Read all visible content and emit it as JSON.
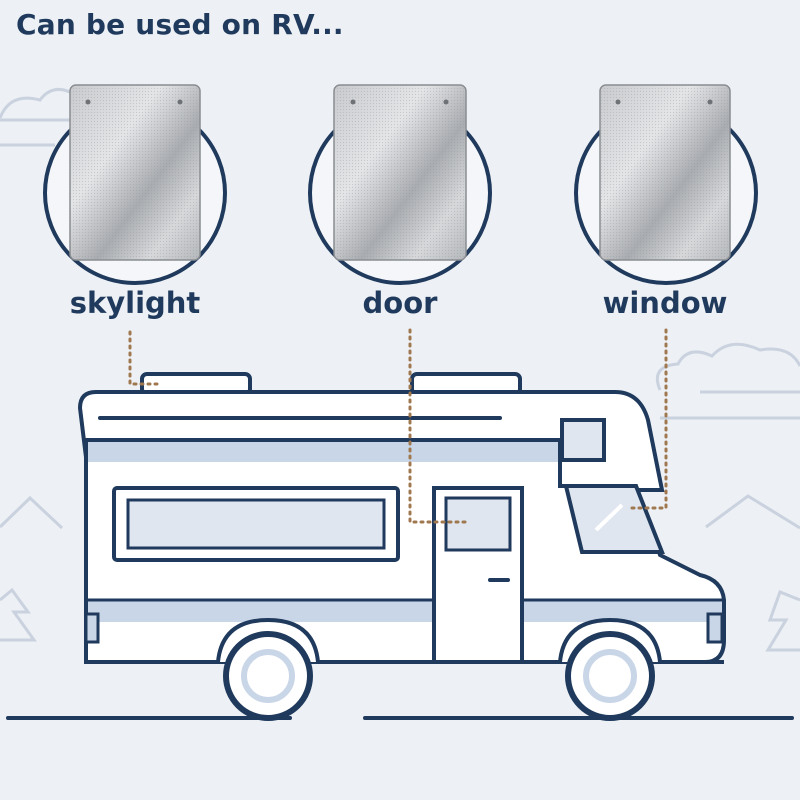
{
  "headline": "Can be used on RV...",
  "locations": [
    {
      "label": "skylight"
    },
    {
      "label": "door"
    },
    {
      "label": "window"
    }
  ],
  "colors": {
    "background": "#edf0f4",
    "navy": "#1f3a5c",
    "light_blue": "#c9d6e8",
    "ground_line": "#1f3a5c",
    "dotted_leader": "#a07850",
    "silver": "#b9bcc0"
  },
  "icons": [
    "cloud-icon",
    "tree-icon",
    "rv-motorhome-illustration",
    "sunshade-panel-image"
  ]
}
